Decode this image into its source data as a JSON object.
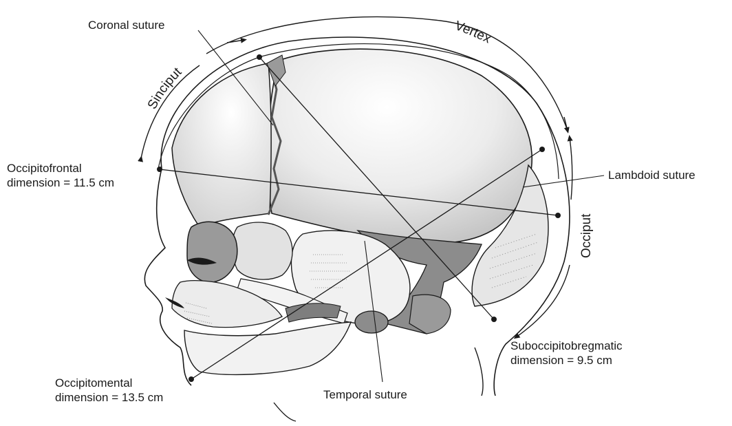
{
  "labels": {
    "coronal_suture": "Coronal suture",
    "vertex": "Vertex",
    "sinciput": "Sinciput",
    "occiput": "Occiput",
    "lambdoid_suture": "Lambdoid suture",
    "temporal_suture": "Temporal suture",
    "occipitofrontal": {
      "name": "Occipitofrontal",
      "dimension": "dimension = 11.5 cm"
    },
    "occipitomental": {
      "name": "Occipitomental",
      "dimension": "dimension = 13.5 cm"
    },
    "suboccipitobregmatic": {
      "name": "Suboccipitobregmatic",
      "dimension": "dimension = 9.5 cm"
    }
  },
  "colors": {
    "ink": "#1a1a1a",
    "bone_light": "#efefef",
    "bone_mid": "#d4d4d4",
    "bone_dark": "#9a9a9a",
    "shadow": "#7a7a7a"
  }
}
